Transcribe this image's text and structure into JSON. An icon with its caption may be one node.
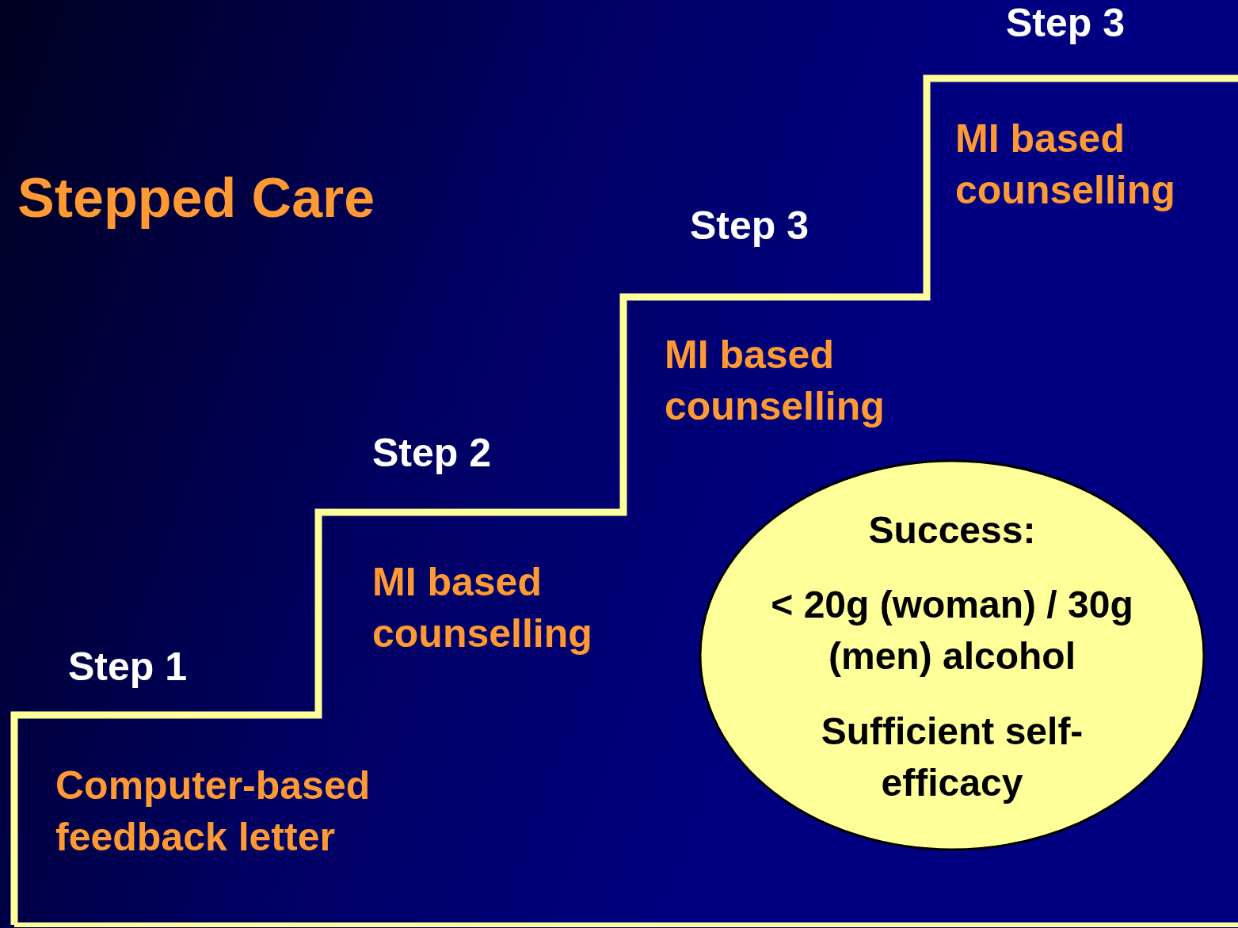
{
  "diagram": {
    "title": "Stepped Care",
    "nodes": [
      {
        "text": [
          "Step 1",
          "Computer-based feedback letter"
        ]
      },
      {
        "text": [
          "Step 2",
          "MI based counselling"
        ]
      },
      {
        "text": [
          "Step 3",
          "MI based counselling"
        ]
      },
      {
        "text": [
          "Step 3",
          "MI based counselling"
        ]
      },
      {
        "text": [
          "Success:",
          "< 20g (woman) / 30g (men) alcohol",
          "Sufficient self-efficacy"
        ]
      }
    ],
    "edges": []
  }
}
